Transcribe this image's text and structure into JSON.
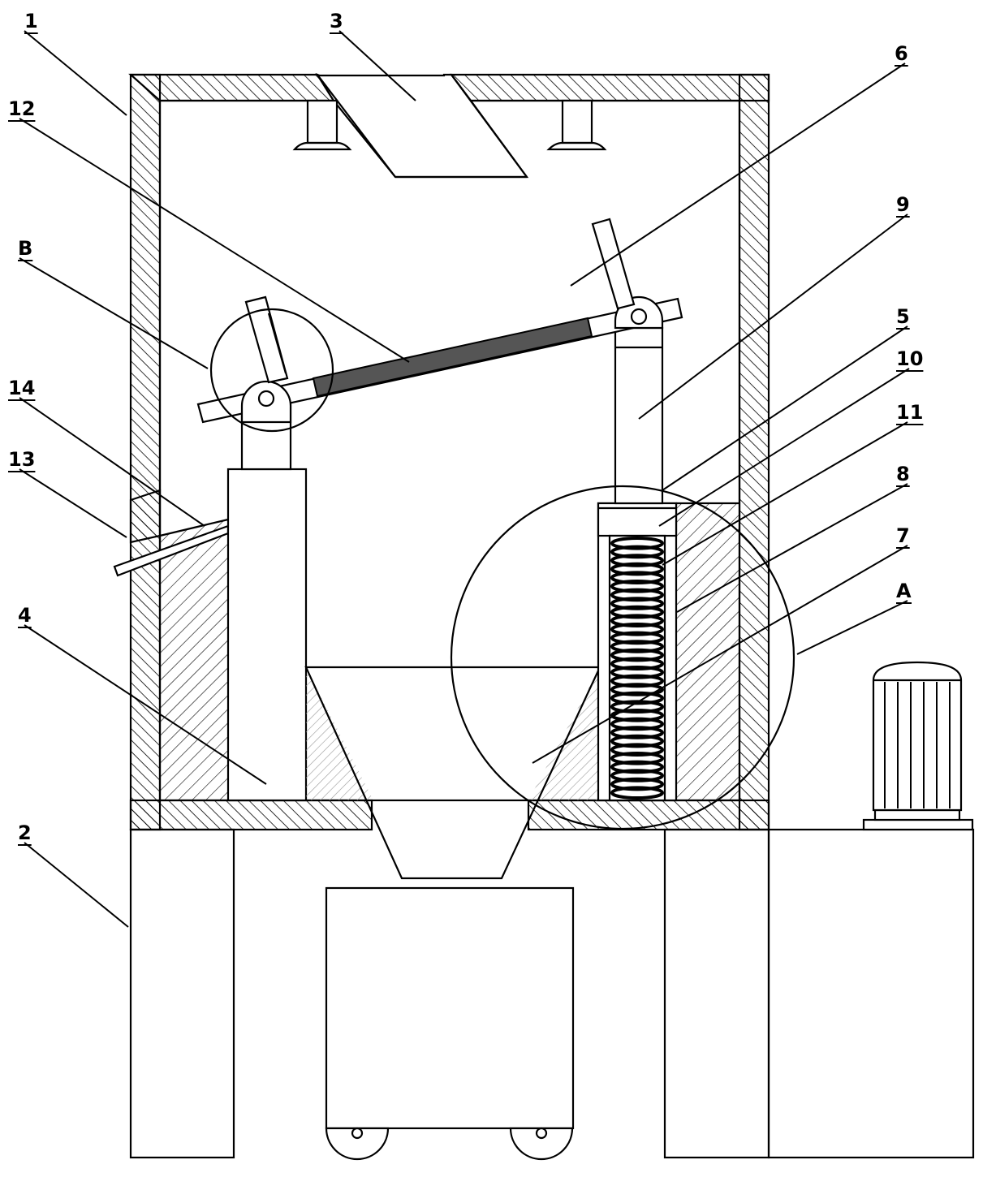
{
  "labels": {
    "l1": "1",
    "l2": "2",
    "l3": "3",
    "l4": "4",
    "l5": "5",
    "l6": "6",
    "l7": "7",
    "l8": "8",
    "l9": "9",
    "l10": "10",
    "l11": "11",
    "l12": "12",
    "l13": "13",
    "l14": "14",
    "lA": "A",
    "lB": "B"
  }
}
